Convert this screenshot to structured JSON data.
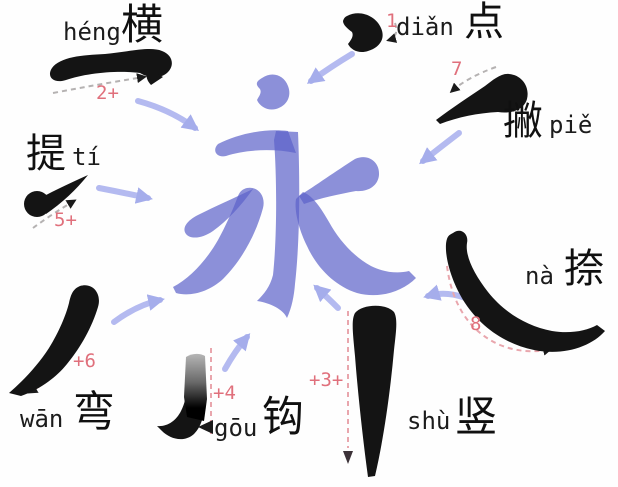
{
  "diagram": {
    "center_character": "永",
    "center_character_color": "#5b61c9"
  },
  "strokes": {
    "dian": {
      "pinyin": "diǎn",
      "hanzi": "点",
      "order_label": "1"
    },
    "heng": {
      "pinyin": "héng",
      "hanzi": "横",
      "order_label": "2+"
    },
    "shu": {
      "pinyin": "shù",
      "hanzi": "竖",
      "order_label": "+3+"
    },
    "gou": {
      "pinyin": "gōu",
      "hanzi": "钩",
      "order_label": "+4"
    },
    "ti": {
      "pinyin": "tí",
      "hanzi": "提",
      "order_label": "5+"
    },
    "wan": {
      "pinyin": "wān",
      "hanzi": "弯",
      "order_label": "+6"
    },
    "pie": {
      "pinyin": "piě",
      "hanzi": "撇",
      "order_label": "7"
    },
    "na": {
      "pinyin": "nà",
      "hanzi": "捺",
      "order_label": "8"
    }
  },
  "colors": {
    "character_blue": "#5b61c9",
    "arrow_lavender": "#b4baf0",
    "order_number_red": "#e0707c",
    "ink_black": "#141414",
    "dashed_guide_gray": "#b5b2b2",
    "dashed_guide_pink": "#e9a6ad",
    "background": "#fefefe"
  }
}
